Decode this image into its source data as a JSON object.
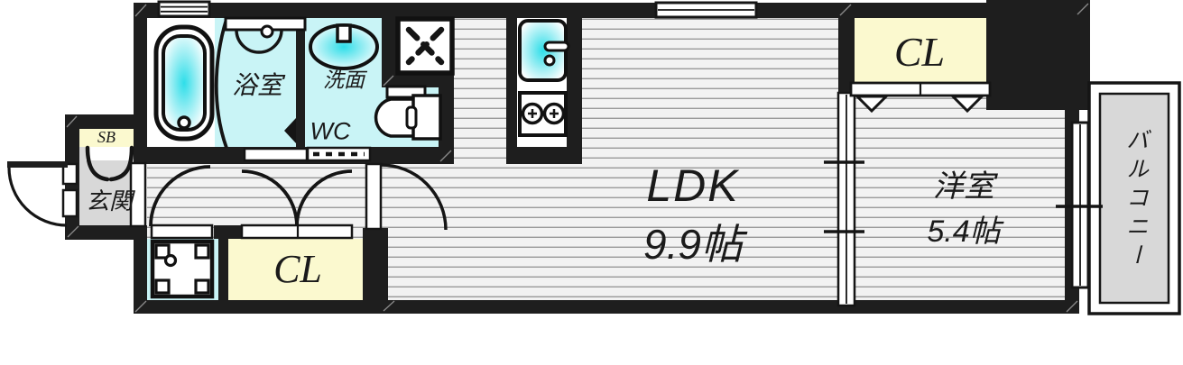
{
  "rooms": {
    "ldk": {
      "label": "LDK",
      "area": "9.9帖"
    },
    "western_room": {
      "label": "洋室",
      "area": "5.4帖"
    },
    "bathroom": {
      "label": "浴室"
    },
    "washroom": {
      "label": "洗面"
    },
    "wc": {
      "label": "WC"
    },
    "entrance": {
      "label": "玄関"
    },
    "shoe_box": {
      "label": "SB"
    },
    "closet_upper": {
      "label": "CL"
    },
    "closet_lower": {
      "label": "CL"
    },
    "balcony": {
      "label": "バルコニー"
    }
  },
  "colors": {
    "wall": "#1e1e1e",
    "wet_room_floor": "#c9f4f6",
    "water_accent": "#36e0ec",
    "closet_floor": "#fbf9cf",
    "entrance_floor": "#d8d8d8",
    "balcony_floor": "#d8d8d8",
    "living_floor": "#f2f2f2",
    "floor_stripe": "#9a9a9a"
  },
  "fixtures": {
    "bathtub": "bathtub",
    "shower_counter": "shower-counter",
    "washbasin": "washbasin",
    "toilet": "toilet",
    "washing_machine_pan": "washing-machine-pan",
    "kitchen_sink": "kitchen-sink",
    "gas_stove": "gas-stove",
    "floor_pan": "appliance-pan",
    "sliding_door": "sliding-door",
    "entrance_door": "entrance-door"
  }
}
